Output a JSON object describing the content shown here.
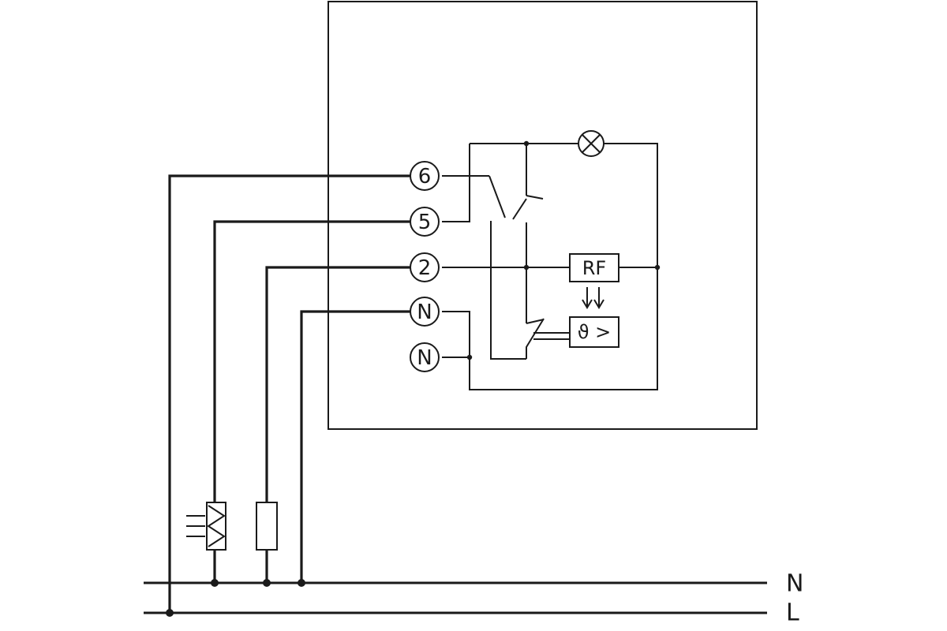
{
  "terminals": [
    {
      "id": "t6",
      "label": "6"
    },
    {
      "id": "t5",
      "label": "5"
    },
    {
      "id": "t2",
      "label": "2"
    },
    {
      "id": "tN1",
      "label": "N"
    },
    {
      "id": "tN2",
      "label": "N"
    }
  ],
  "blocks": {
    "rf": {
      "label": "RF"
    },
    "thermostat": {
      "label": "ϑ >"
    }
  },
  "supply_lines": {
    "neutral": {
      "label": "N"
    },
    "live": {
      "label": "L"
    }
  },
  "colors": {
    "line": "#1a1a1a",
    "background": "#ffffff"
  }
}
